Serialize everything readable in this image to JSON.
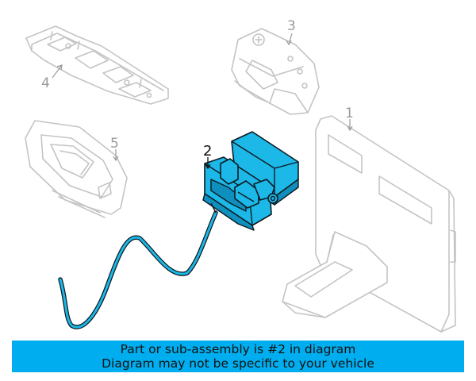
{
  "diagram": {
    "callouts": {
      "part1": "1",
      "part2": "2",
      "part3": "3",
      "part4": "4",
      "part5": "5"
    },
    "highlighted_part": "2",
    "colors": {
      "highlight": "#1cb8e8",
      "outline": "#c4c4c4",
      "banner": "#00aeef"
    }
  },
  "banner": {
    "line1": "Part or sub-assembly is #2 in diagram",
    "line2": "Diagram may not be specific to your vehicle"
  }
}
